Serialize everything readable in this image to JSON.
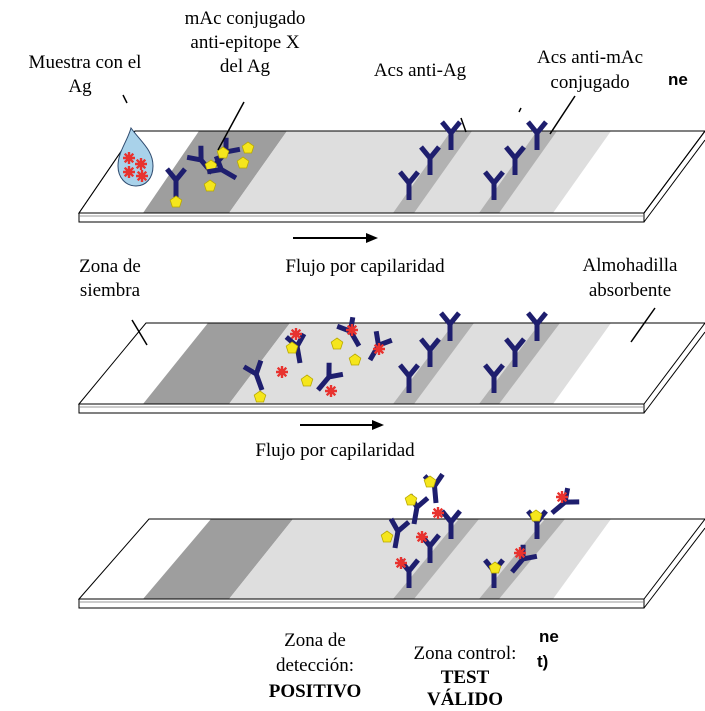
{
  "labels": {
    "muestra_l1": "Muestra con el",
    "muestra_l2": "Ag",
    "mac_l1": "mAc conjugado",
    "mac_l2": "anti-epitope X",
    "mac_l3": "del Ag",
    "acs_anti_ag": "Acs anti-Ag",
    "acs_anti_mac_l1": "Acs anti-mAc",
    "acs_anti_mac_l2": "conjugado",
    "zona_siembra_l1": "Zona de",
    "zona_siembra_l2": "siembra",
    "almohadilla_l1": "Almohadilla",
    "almohadilla_l2": "absorbente",
    "flujo_top": "Flujo por capilaridad",
    "flujo_mid": "Flujo por capilaridad",
    "deteccion_l1": "Zona de",
    "deteccion_l2": "detección:",
    "deteccion_l3": "POSITIVO",
    "control_l1": "Zona control:",
    "control_l2": "TEST",
    "control_l3": "VÁLIDO"
  },
  "ghost_text": {
    "g1": "ne",
    "g2": "t)",
    "g3": "ne"
  },
  "colors": {
    "strip_white": "#ffffff",
    "strip_gray": "#9e9e9e",
    "strip_light": "#dedede",
    "line_gray": "#b2b2b2",
    "antibody": "#1e1e6e",
    "antigen": "#e8332f",
    "conjugate": "#f5e61c",
    "drop": "#a9d2ea"
  },
  "icons": [
    "drop-icon",
    "antibody-icon",
    "antigen-icon",
    "conjugate-icon",
    "arrow-icon"
  ]
}
